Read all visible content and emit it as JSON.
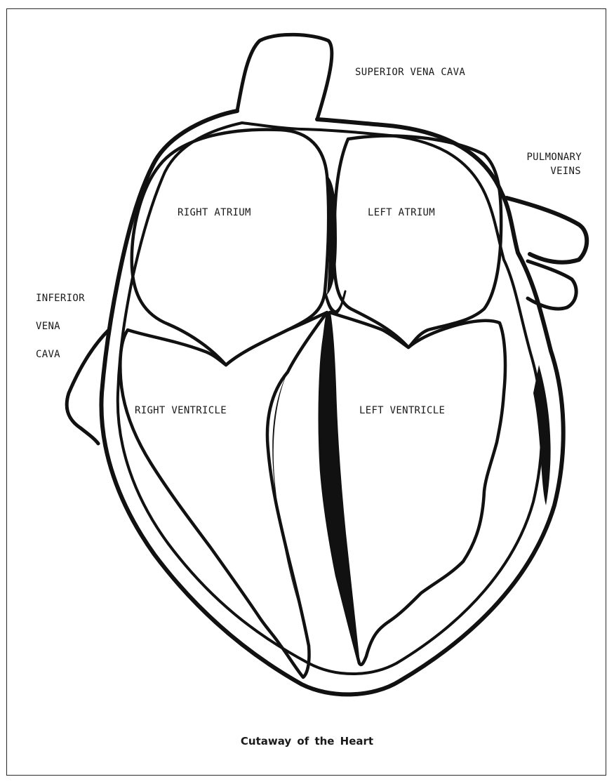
{
  "labels": {
    "superior_vena_cava": "SUPERIOR VENA CAVA",
    "pulmonary_veins_line1": "PULMONARY",
    "pulmonary_veins_line2": "VEINS",
    "right_atrium": "RIGHT ATRIUM",
    "left_atrium": "LEFT ATRIUM",
    "inferior_vena_cava_line1": "INFERIOR",
    "inferior_vena_cava_line2": "VENA",
    "inferior_vena_cava_line3": "CAVA",
    "right_ventricle": "RIGHT VENTRICLE",
    "left_ventricle": "LEFT VENTRICLE"
  },
  "caption": "Cutaway of the Heart",
  "colors": {
    "ink": "#111111",
    "paper": "#ffffff",
    "frame": "#2a2a2a"
  }
}
